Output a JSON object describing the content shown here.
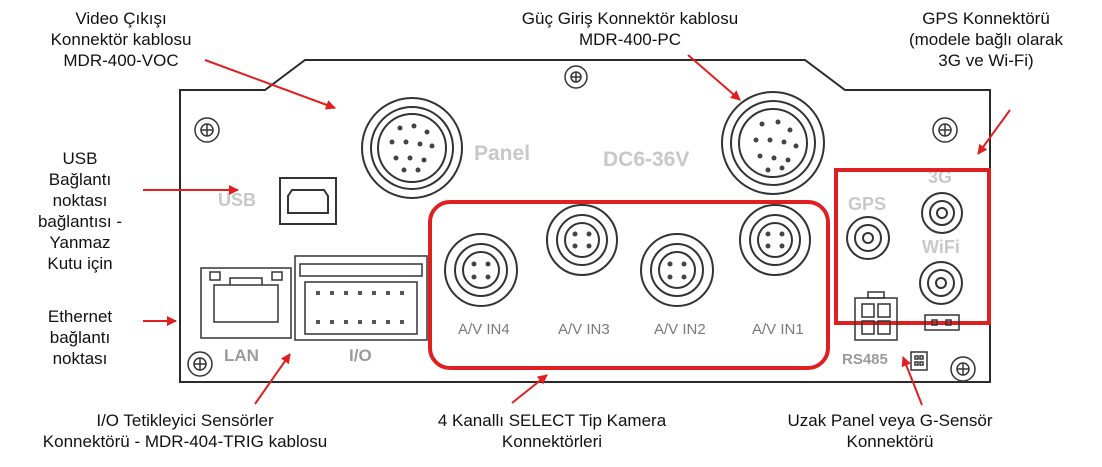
{
  "callouts": {
    "video_out": [
      "Video Çıkışı",
      "Konnektör kablosu",
      "MDR-400-VOC"
    ],
    "power_in": [
      "Güç Giriş Konnektör kablosu",
      "MDR-400-PC"
    ],
    "gps": [
      "GPS Konnektörü",
      "(modele bağlı olarak",
      "3G ve Wi-Fi)"
    ],
    "usb": [
      "USB",
      "Bağlantı",
      "noktası",
      "bağlantısı -",
      "Yanmaz",
      "Kutu için"
    ],
    "ethernet": [
      "Ethernet",
      "bağlantı",
      "noktası"
    ],
    "io": [
      "I/O Tetikleyici Sensörler",
      "Konnektörü - MDR-404-TRIG kablosu"
    ],
    "cameras": [
      "4 Kanallı SELECT Tip Kamera",
      "Konnektörleri"
    ],
    "remote_panel": [
      "Uzak Panel veya G-Sensör",
      "Konnektörü"
    ]
  },
  "panel_labels": {
    "panel": "Panel",
    "dc": "DC6-36V",
    "usb": "USB",
    "gps": "GPS",
    "g3": "3G",
    "wifi": "WiFi",
    "lan": "LAN",
    "io": "I/O",
    "rs485": "RS485",
    "av_in4": "A/V  IN4",
    "av_in3": "A/V  IN3",
    "av_in2": "A/V  IN2",
    "av_in1": "A/V  IN1"
  },
  "colors": {
    "highlight": "#e02020",
    "arrow": "#e02020",
    "device_outline": "#2a2a2a"
  }
}
